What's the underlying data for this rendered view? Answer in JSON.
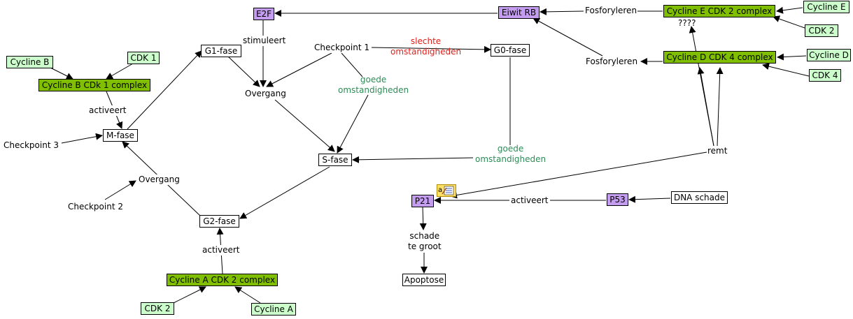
{
  "colors": {
    "white_bg": "#ffffff",
    "light_green_bg": "#ccffcc",
    "dark_green_bg": "#7fbf00",
    "purple_bg": "#c49cf0",
    "green_text": "#2e8b57",
    "red_text": "#e0201a"
  },
  "nodes": {
    "cycline_b": "Cycline B",
    "cdk_1": "CDK 1",
    "cycline_b_cdk1": "Cycline B CDk 1 complex",
    "m_fase": "M-fase",
    "g1_fase": "G1-fase",
    "e2f": "E2F",
    "eiwit_rb": "Eiwit RB",
    "cycline_e_cdk2": "Cycline E CDK 2 complex",
    "cycline_e": "Cycline E",
    "cdk_2_top": "CDK 2",
    "cycline_d_cdk4": "Cycline D CDK 4 complex",
    "cycline_d": "Cycline D",
    "cdk_4": "CDK 4",
    "g0_fase": "G0-fase",
    "s_fase": "S-fase",
    "g2_fase": "G2-fase",
    "cycline_a_cdk2": "Cycline A CDK 2 complex",
    "cdk_2_bottom": "CDK 2",
    "cycline_a": "Cycline A",
    "p21": "P21",
    "p53": "P53",
    "dna_schade": "DNA schade",
    "apoptose": "Apoptose"
  },
  "labels": {
    "activeert_b": "activeert",
    "checkpoint_3": "Checkpoint 3",
    "checkpoint_2": "Checkpoint 2",
    "overgang_left": "Overgang",
    "stimuleert": "stimuleert",
    "overgang_center": "Overgang",
    "checkpoint_1": "Checkpoint 1",
    "slechte": "slechte\nomstandigheden",
    "goede_1": "goede\nomstandigheden",
    "goede_2": "goede\nomstandigheden",
    "fosforyleren_top": "Fosforyleren",
    "fosforyleren_mid": "Fosforyleren",
    "question": "????",
    "remt": "remt",
    "activeert_p53": "activeert",
    "schade": "schade\nte groot",
    "activeert_a": "activeert"
  }
}
